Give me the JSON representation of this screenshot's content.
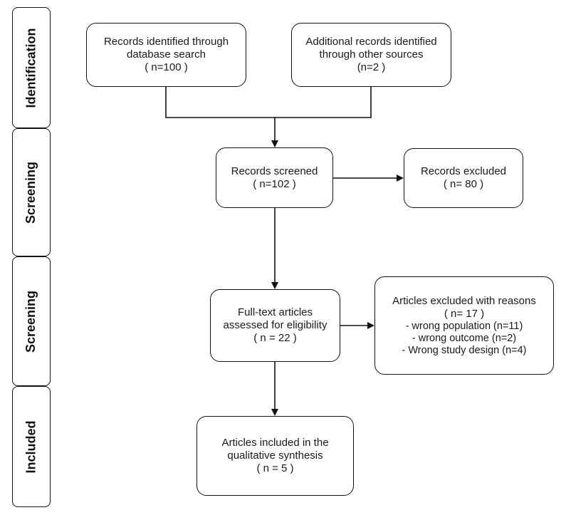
{
  "phases": [
    {
      "label": "Identification"
    },
    {
      "label": "Screening"
    },
    {
      "label": "Screening"
    },
    {
      "label": "Included"
    }
  ],
  "boxes": {
    "database": {
      "line1": "Records identified through",
      "line2": "database search",
      "count": "( n=100 )"
    },
    "other_sources": {
      "line1": "Additional records identified",
      "line2": "through other sources",
      "count": "(n=2 )"
    },
    "screened": {
      "line1": "Records screened",
      "count": "( n=102 )"
    },
    "excluded": {
      "line1": "Records excluded",
      "count": "( n= 80 )"
    },
    "fulltext": {
      "line1": "Full-text articles",
      "line2": "assessed for eligibility",
      "count": "( n = 22 )"
    },
    "excluded_reasons": {
      "title": "Articles excluded with reasons",
      "count": "( n= 17 )",
      "reasons": [
        "- wrong population (n=11)",
        "- wrong outcome (n=2)",
        "- Wrong study design (n=4)"
      ]
    },
    "included": {
      "line1": "Articles included in the",
      "line2": "qualitative synthesis",
      "count": "( n = 5 )"
    }
  },
  "colors": {
    "stroke": "#111111",
    "background": "#ffffff",
    "text": "#1a1a1a"
  }
}
